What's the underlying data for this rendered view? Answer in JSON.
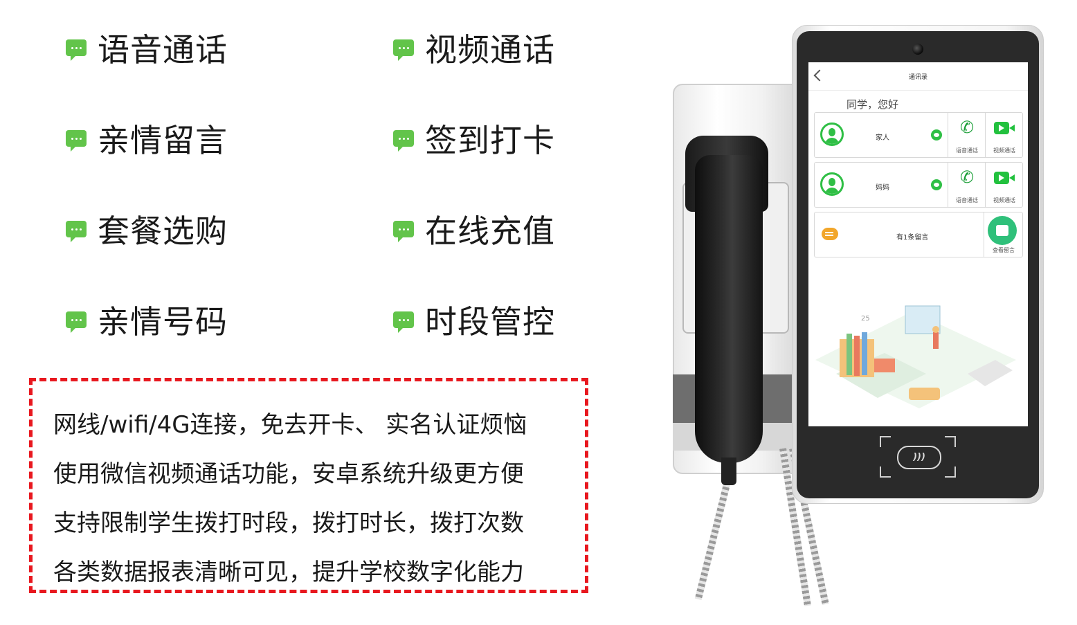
{
  "features": [
    {
      "label": "语音通话"
    },
    {
      "label": "视频通话"
    },
    {
      "label": "亲情留言"
    },
    {
      "label": "签到打卡"
    },
    {
      "label": "套餐选购"
    },
    {
      "label": "在线充值"
    },
    {
      "label": "亲情号码"
    },
    {
      "label": "时段管控"
    }
  ],
  "description": [
    "网线/wifi/4G连接，免去开卡、 实名认证烦恼",
    "使用微信视频通话功能，安卓系统升级更方便",
    "支持限制学生拨打时段，拨打时长，拨打次数",
    "各类数据报表清晰可见，提升学校数字化能力"
  ],
  "device_screen": {
    "title": "通讯录",
    "greeting": "同学，您好",
    "contacts": [
      {
        "name": "家人",
        "voice_label": "语音通话",
        "video_label": "视频通话"
      },
      {
        "name": "妈妈",
        "voice_label": "语音通话",
        "video_label": "视频通话"
      }
    ],
    "message_card": {
      "text": "有1条留言",
      "view_label": "查看留言"
    },
    "illustration_date": "25"
  },
  "colors": {
    "bubble_green": "#62c44a",
    "dashed_border": "#e8181f",
    "screen_green": "#2fbf45"
  }
}
